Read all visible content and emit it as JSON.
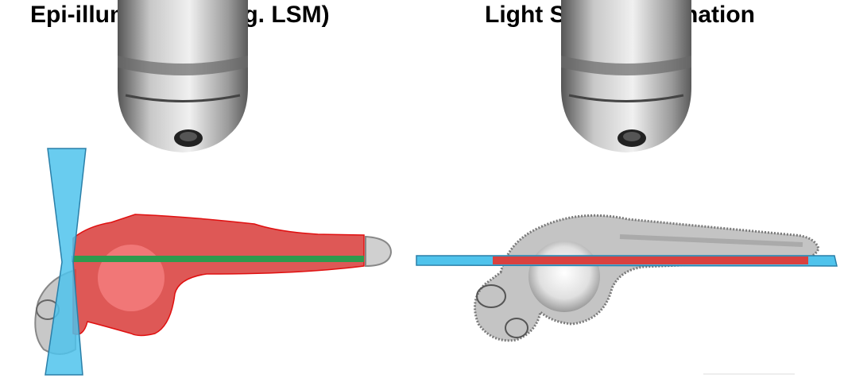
{
  "panels": [
    {
      "title": "Epi-illumination (e.g. LSM)",
      "illumination": "epi"
    },
    {
      "title": "Light Sheet illumination",
      "illumination": "light-sheet"
    }
  ],
  "colors": {
    "beam": "#4fc3ec",
    "illuminated_region": "#d9413f",
    "focal_plane": "#2e9a4e",
    "specimen": "#bdbdbd",
    "objective": "#a8a8a8"
  }
}
